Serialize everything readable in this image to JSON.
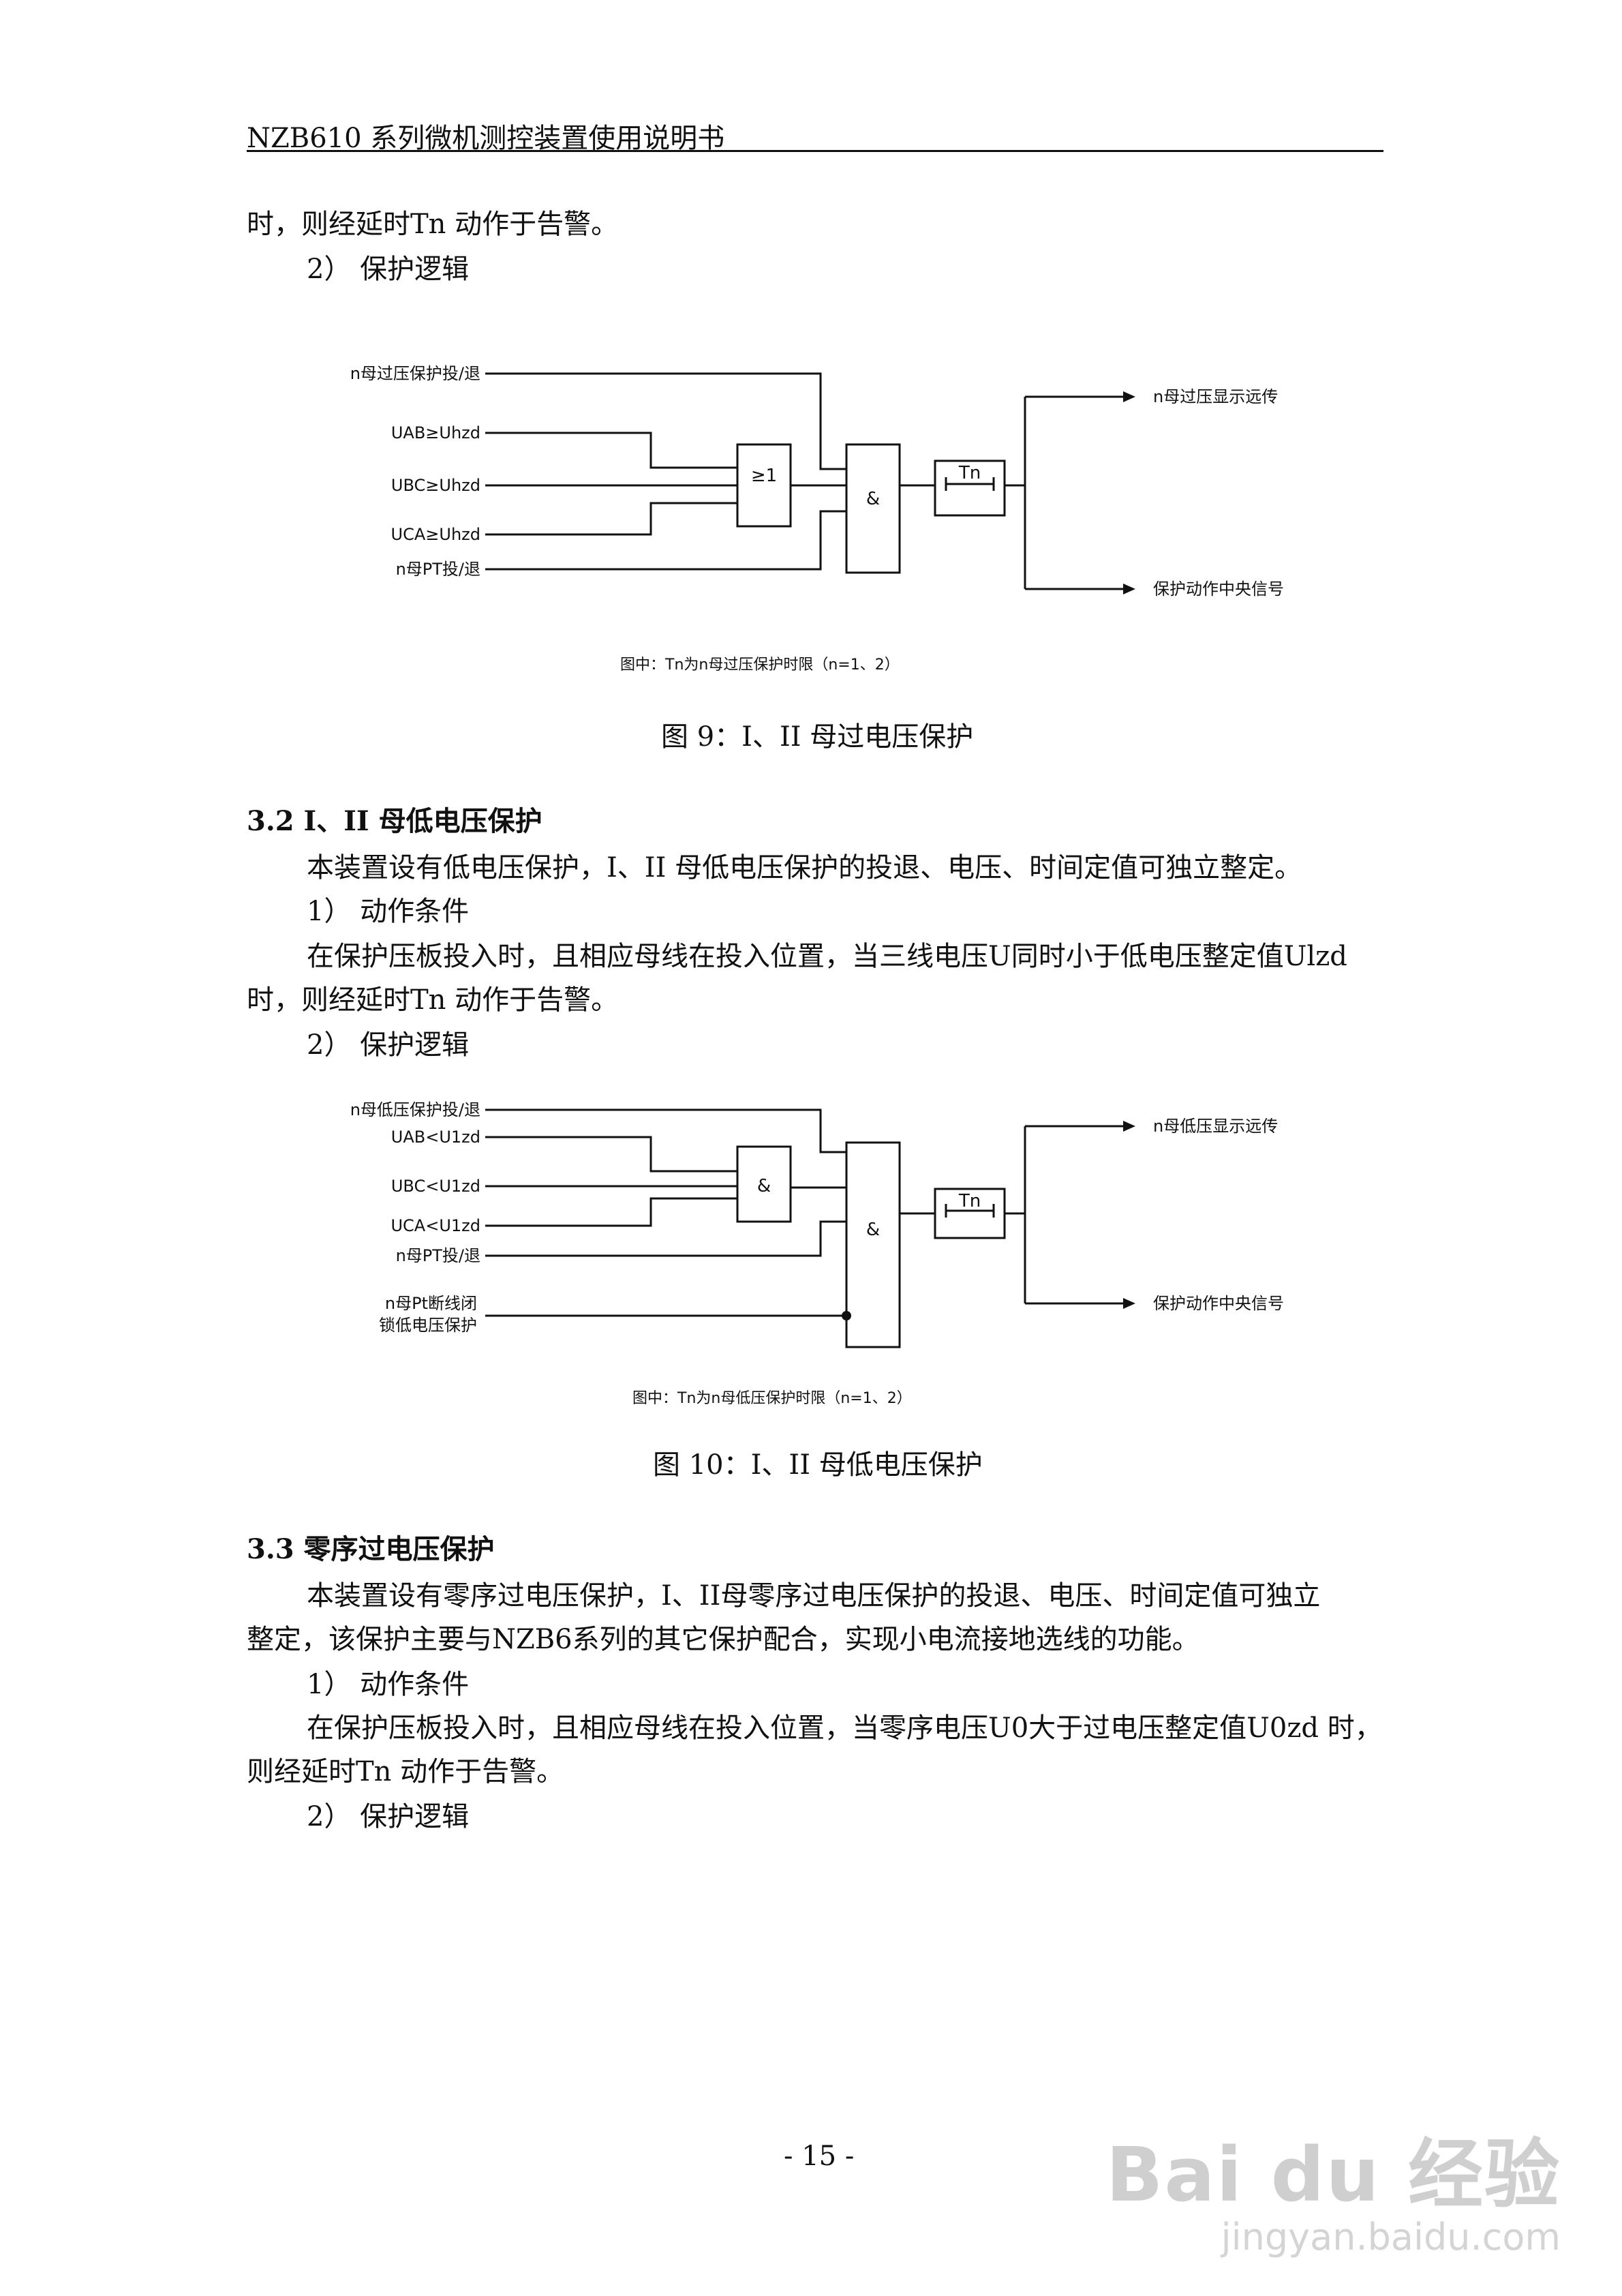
{
  "header": {
    "title": "NZB610 系列微机测控装置使用说明书"
  },
  "body": {
    "p_top_cont": "时，则经延时Tn  动作于告警。",
    "p_logic_1": "2） 保护逻辑",
    "fig9": {
      "inputs": [
        "n母过压保护投/退",
        "UAB≥Uhzd",
        "UBC≥Uhzd",
        "UCA≥Uhzd",
        "n母PT投/退"
      ],
      "gate_or": "≥1",
      "gate_and": "&",
      "timer": "Tn",
      "outputs": [
        "n母过压显示远传",
        "保护动作中央信号"
      ],
      "note": "图中：Tn为n母过压保护时限（n=1、2）",
      "caption": "图 9：I、II 母过电压保护"
    },
    "sec32": {
      "heading": "3.2 I、II 母低电压保护",
      "p1": "本装置设有低电压保护，I、II 母低电压保护的投退、电压、时间定值可独立整定。",
      "p2": "1） 动作条件",
      "p3a": "在保护压板投入时，且相应母线在投入位置，当三线电压U同时小于低电压整定值Ulzd",
      "p3b": "时，则经延时Tn  动作于告警。",
      "p4": "2） 保护逻辑"
    },
    "fig10": {
      "inputs": [
        "n母低压保护投/退",
        "UAB<U1zd",
        "UBC<U1zd",
        "UCA<U1zd",
        "n母PT投/退"
      ],
      "input_block_1": "n母Pt断线闭",
      "input_block_2": "锁低电压保护",
      "gate_and1": "&",
      "gate_and2": "&",
      "timer": "Tn",
      "outputs": [
        "n母低压显示远传",
        "保护动作中央信号"
      ],
      "note": "图中：Tn为n母低压保护时限（n=1、2）",
      "caption": "图 10：I、II 母低电压保护"
    },
    "sec33": {
      "heading": "3.3 零序过电压保护",
      "p1a": "本装置设有零序过电压保护，I、II母零序过电压保护的投退、电压、时间定值可独立",
      "p1b": "整定，该保护主要与NZB6系列的其它保护配合，实现小电流接地选线的功能。",
      "p2": "1） 动作条件",
      "p3a": "在保护压板投入时，且相应母线在投入位置，当零序电压U0大于过电压整定值U0zd  时，",
      "p3b": "则经延时Tn  动作于告警。",
      "p4": "2） 保护逻辑"
    }
  },
  "page_number": "- 15 -",
  "watermark": {
    "main": "Bai du 经验",
    "sub": "jingyan.baidu.com"
  }
}
